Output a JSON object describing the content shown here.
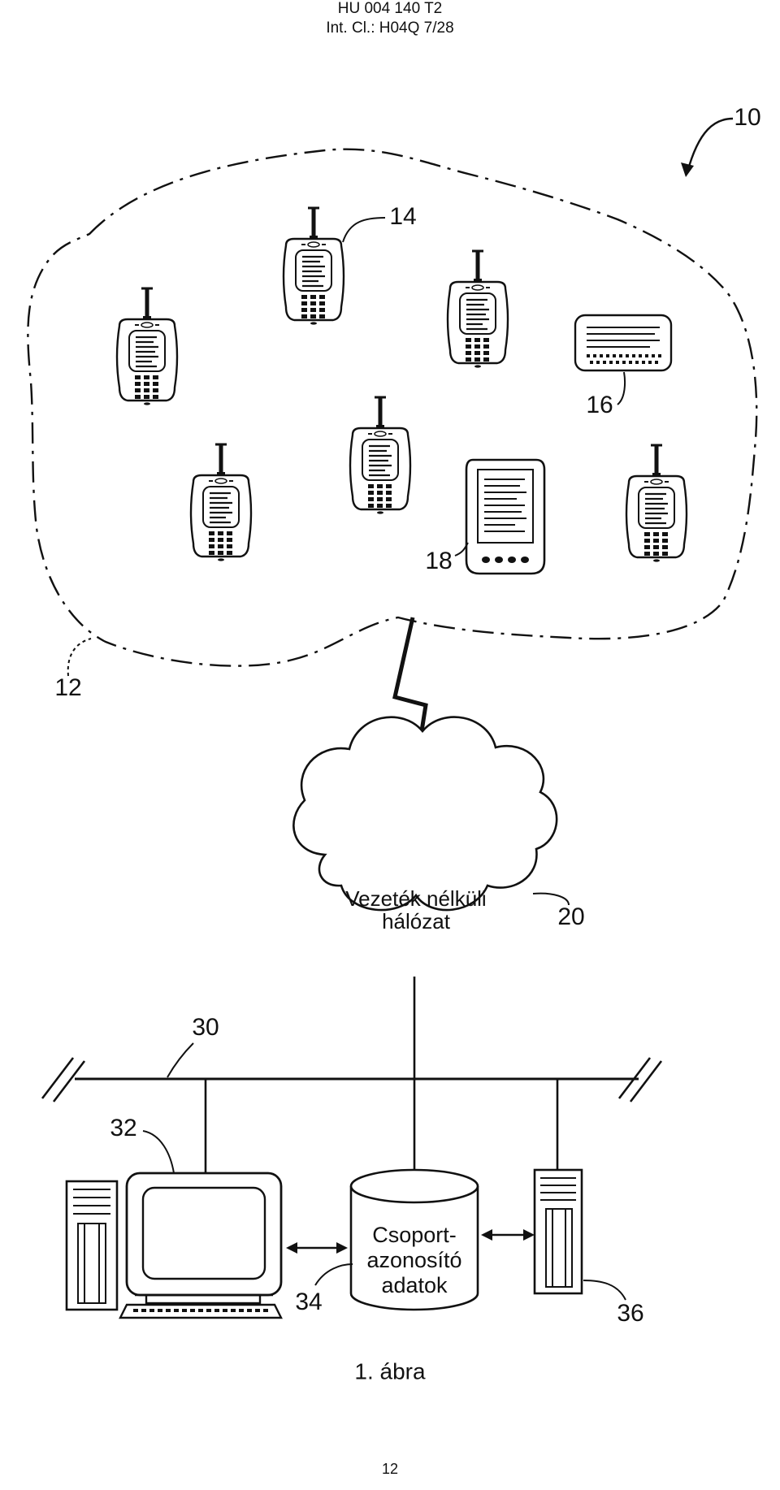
{
  "header": {
    "doc_number": "HU 004 140 T2",
    "classification": "Int. Cl.: H04Q 7/28"
  },
  "refs": {
    "system": "10",
    "area": "12",
    "phone": "14",
    "pager": "16",
    "pda": "18",
    "network_ref": "20",
    "bus": "30",
    "workstation": "32",
    "database": "34",
    "server": "36"
  },
  "cloud": {
    "line1": "Vezeték nélküli",
    "line2": "hálózat"
  },
  "database_label": {
    "line1": "Csoport-",
    "line2": "azonosító",
    "line3": "adatok"
  },
  "caption": "1. ábra",
  "page_number": "12",
  "colors": {
    "ink": "#111111",
    "paper": "#ffffff"
  }
}
